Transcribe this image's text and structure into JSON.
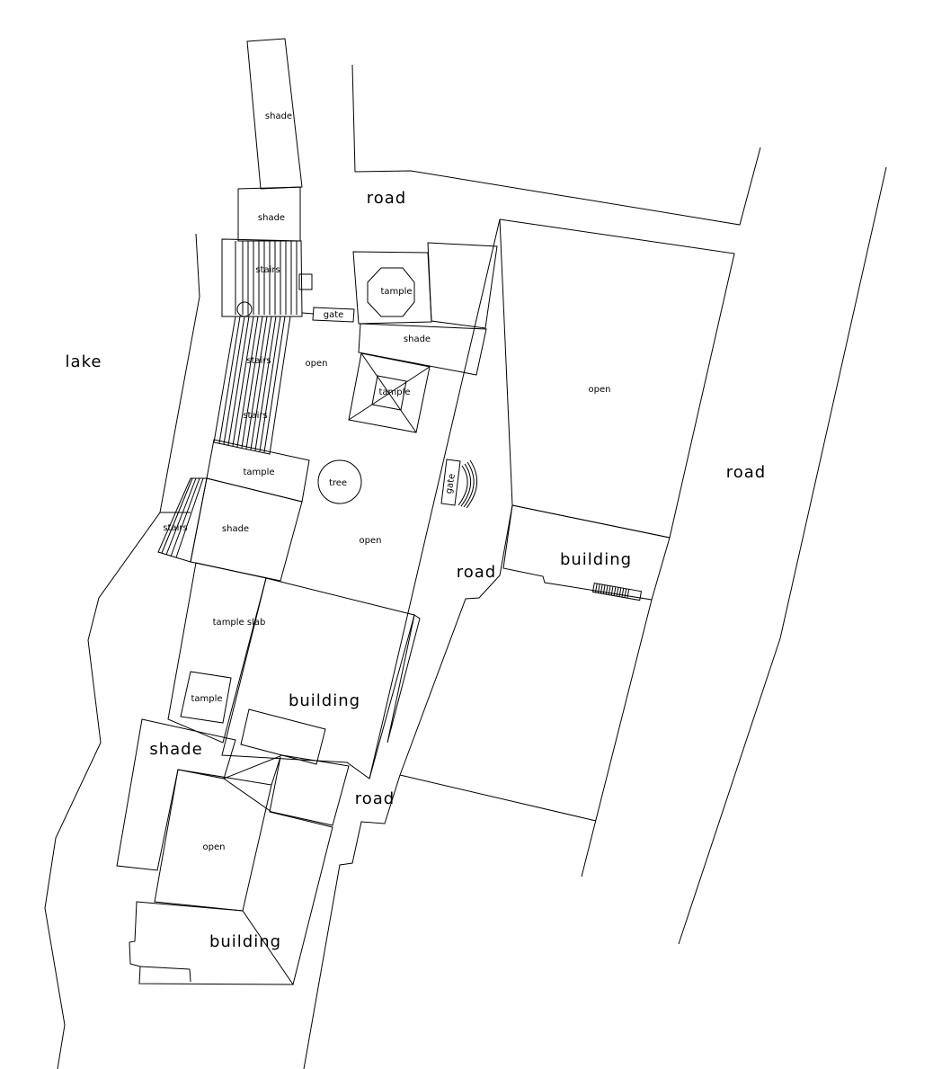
{
  "diagram": {
    "labels": {
      "shade_top": "shade",
      "shade_upper": "shade",
      "stairs_top": "stairs",
      "lake": "lake",
      "road_top": "road",
      "gate_top": "gate",
      "temple_octagon": "tample",
      "shade_mid": "shade",
      "stairs_mid": "stairs",
      "open_courtyard_top": "open",
      "temple_square": "tample",
      "stairs_lower": "stairs",
      "open_right": "open",
      "temple_strip": "tample",
      "tree": "tree",
      "gate_side": "gate",
      "road_right": "road",
      "stairs_left": "stairs",
      "shade_left": "shade",
      "open_courtyard_mid": "open",
      "road_mid": "road",
      "building_right": "building",
      "temple_slab": "tample slab",
      "building_mid": "building",
      "temple_small": "tample",
      "shade_lower": "shade",
      "road_lower": "road",
      "open_lower": "open",
      "building_bottom": "building"
    }
  }
}
